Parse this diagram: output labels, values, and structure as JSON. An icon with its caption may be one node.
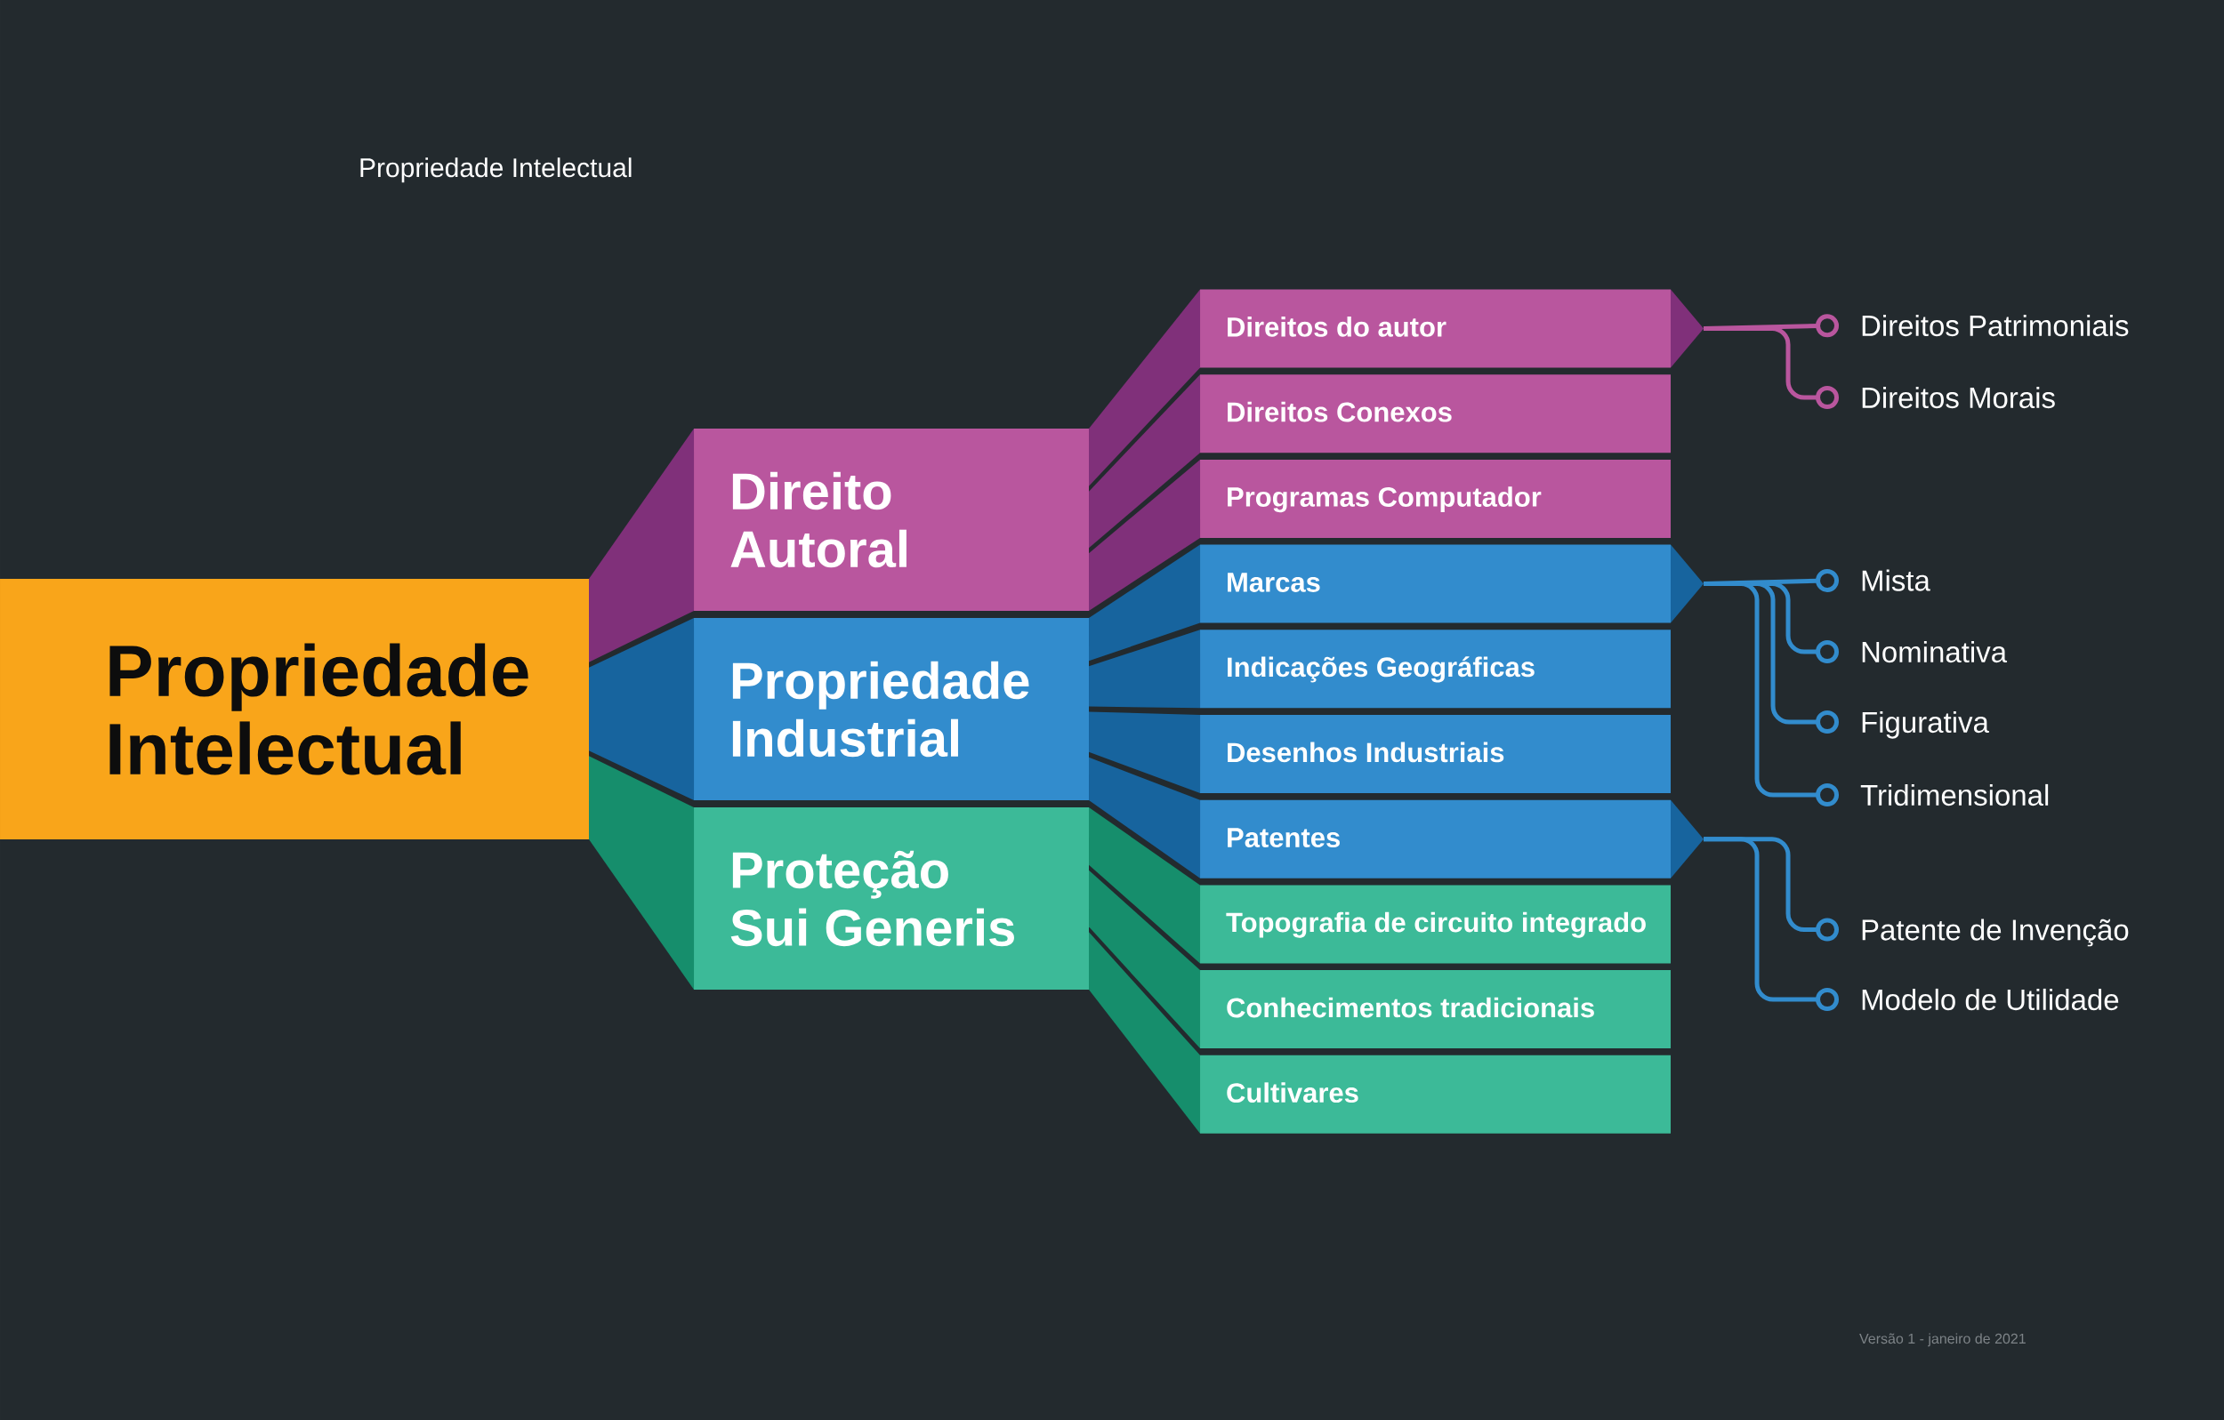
{
  "diagram": {
    "nodes": [
      {
        "text": [
          "Propriedade Intelectual"
        ]
      },
      {
        "text": [
          "Direito Autoral"
        ]
      },
      {
        "text": [
          "Propriedade Industrial"
        ]
      },
      {
        "text": [
          "Proteção Sui Generis"
        ]
      },
      {
        "text": [
          "Direitos do autor"
        ]
      },
      {
        "text": [
          "Direitos Conexos"
        ]
      },
      {
        "text": [
          "Programas Computador"
        ]
      },
      {
        "text": [
          "Marcas"
        ]
      },
      {
        "text": [
          "Indicações Geográficas"
        ]
      },
      {
        "text": [
          "Desenhos Industriais"
        ]
      },
      {
        "text": [
          "Patentes"
        ]
      },
      {
        "text": [
          "Topografia de circuito integrado"
        ]
      },
      {
        "text": [
          "Conhecimentos tradicionais"
        ]
      },
      {
        "text": [
          "Cultivares"
        ]
      },
      {
        "text": [
          "Direitos Patrimoniais"
        ]
      },
      {
        "text": [
          "Direitos Morais"
        ]
      },
      {
        "text": [
          "Mista"
        ]
      },
      {
        "text": [
          "Nominativa"
        ]
      },
      {
        "text": [
          "Figurativa"
        ]
      },
      {
        "text": [
          "Tridimensional"
        ]
      },
      {
        "text": [
          "Patente de Invenção"
        ]
      },
      {
        "text": [
          "Modelo de Utilidade"
        ]
      }
    ],
    "edges": [
      {
        "from": 0,
        "to": 1,
        "arrow": "none",
        "style": "thick",
        "color": "#80307a"
      },
      {
        "from": 0,
        "to": 2,
        "arrow": "none",
        "style": "thick",
        "color": "#17649e"
      },
      {
        "from": 0,
        "to": 3,
        "arrow": "none",
        "style": "thick",
        "color": "#168e6c"
      },
      {
        "from": 1,
        "to": 4,
        "arrow": "none",
        "style": "thick",
        "color": "#80307a"
      },
      {
        "from": 1,
        "to": 5,
        "arrow": "none",
        "style": "thick",
        "color": "#80307a"
      },
      {
        "from": 1,
        "to": 6,
        "arrow": "none",
        "style": "thick",
        "color": "#80307a"
      },
      {
        "from": 2,
        "to": 7,
        "arrow": "none",
        "style": "thick",
        "color": "#17649e"
      },
      {
        "from": 2,
        "to": 8,
        "arrow": "none",
        "style": "thick",
        "color": "#17649e"
      },
      {
        "from": 2,
        "to": 9,
        "arrow": "none",
        "style": "thick",
        "color": "#17649e"
      },
      {
        "from": 2,
        "to": 10,
        "arrow": "none",
        "style": "thick",
        "color": "#17649e"
      },
      {
        "from": 3,
        "to": 11,
        "arrow": "none",
        "style": "thick",
        "color": "#168e6c"
      },
      {
        "from": 3,
        "to": 12,
        "arrow": "none",
        "style": "thick",
        "color": "#168e6c"
      },
      {
        "from": 3,
        "to": 13,
        "arrow": "none",
        "style": "thick",
        "color": "#168e6c"
      },
      {
        "from": 4,
        "to": 14,
        "arrow": "other",
        "color": "#b9569e"
      },
      {
        "from": 4,
        "to": 15,
        "arrow": "other",
        "color": "#b9569e"
      },
      {
        "from": 7,
        "to": 16,
        "arrow": "other",
        "color": "#328ccd"
      },
      {
        "from": 7,
        "to": 17,
        "arrow": "other",
        "color": "#328ccd"
      },
      {
        "from": 7,
        "to": 18,
        "arrow": "other",
        "color": "#328ccd"
      },
      {
        "from": 7,
        "to": 19,
        "arrow": "other",
        "color": "#328ccd"
      },
      {
        "from": 10,
        "to": 20,
        "arrow": "other",
        "color": "#328ccd"
      },
      {
        "from": 10,
        "to": 21,
        "arrow": "other",
        "color": "#328ccd"
      }
    ],
    "labels": [
      "Propriedade Intelectual",
      "Versão 1 - janeiro de 2021"
    ]
  }
}
